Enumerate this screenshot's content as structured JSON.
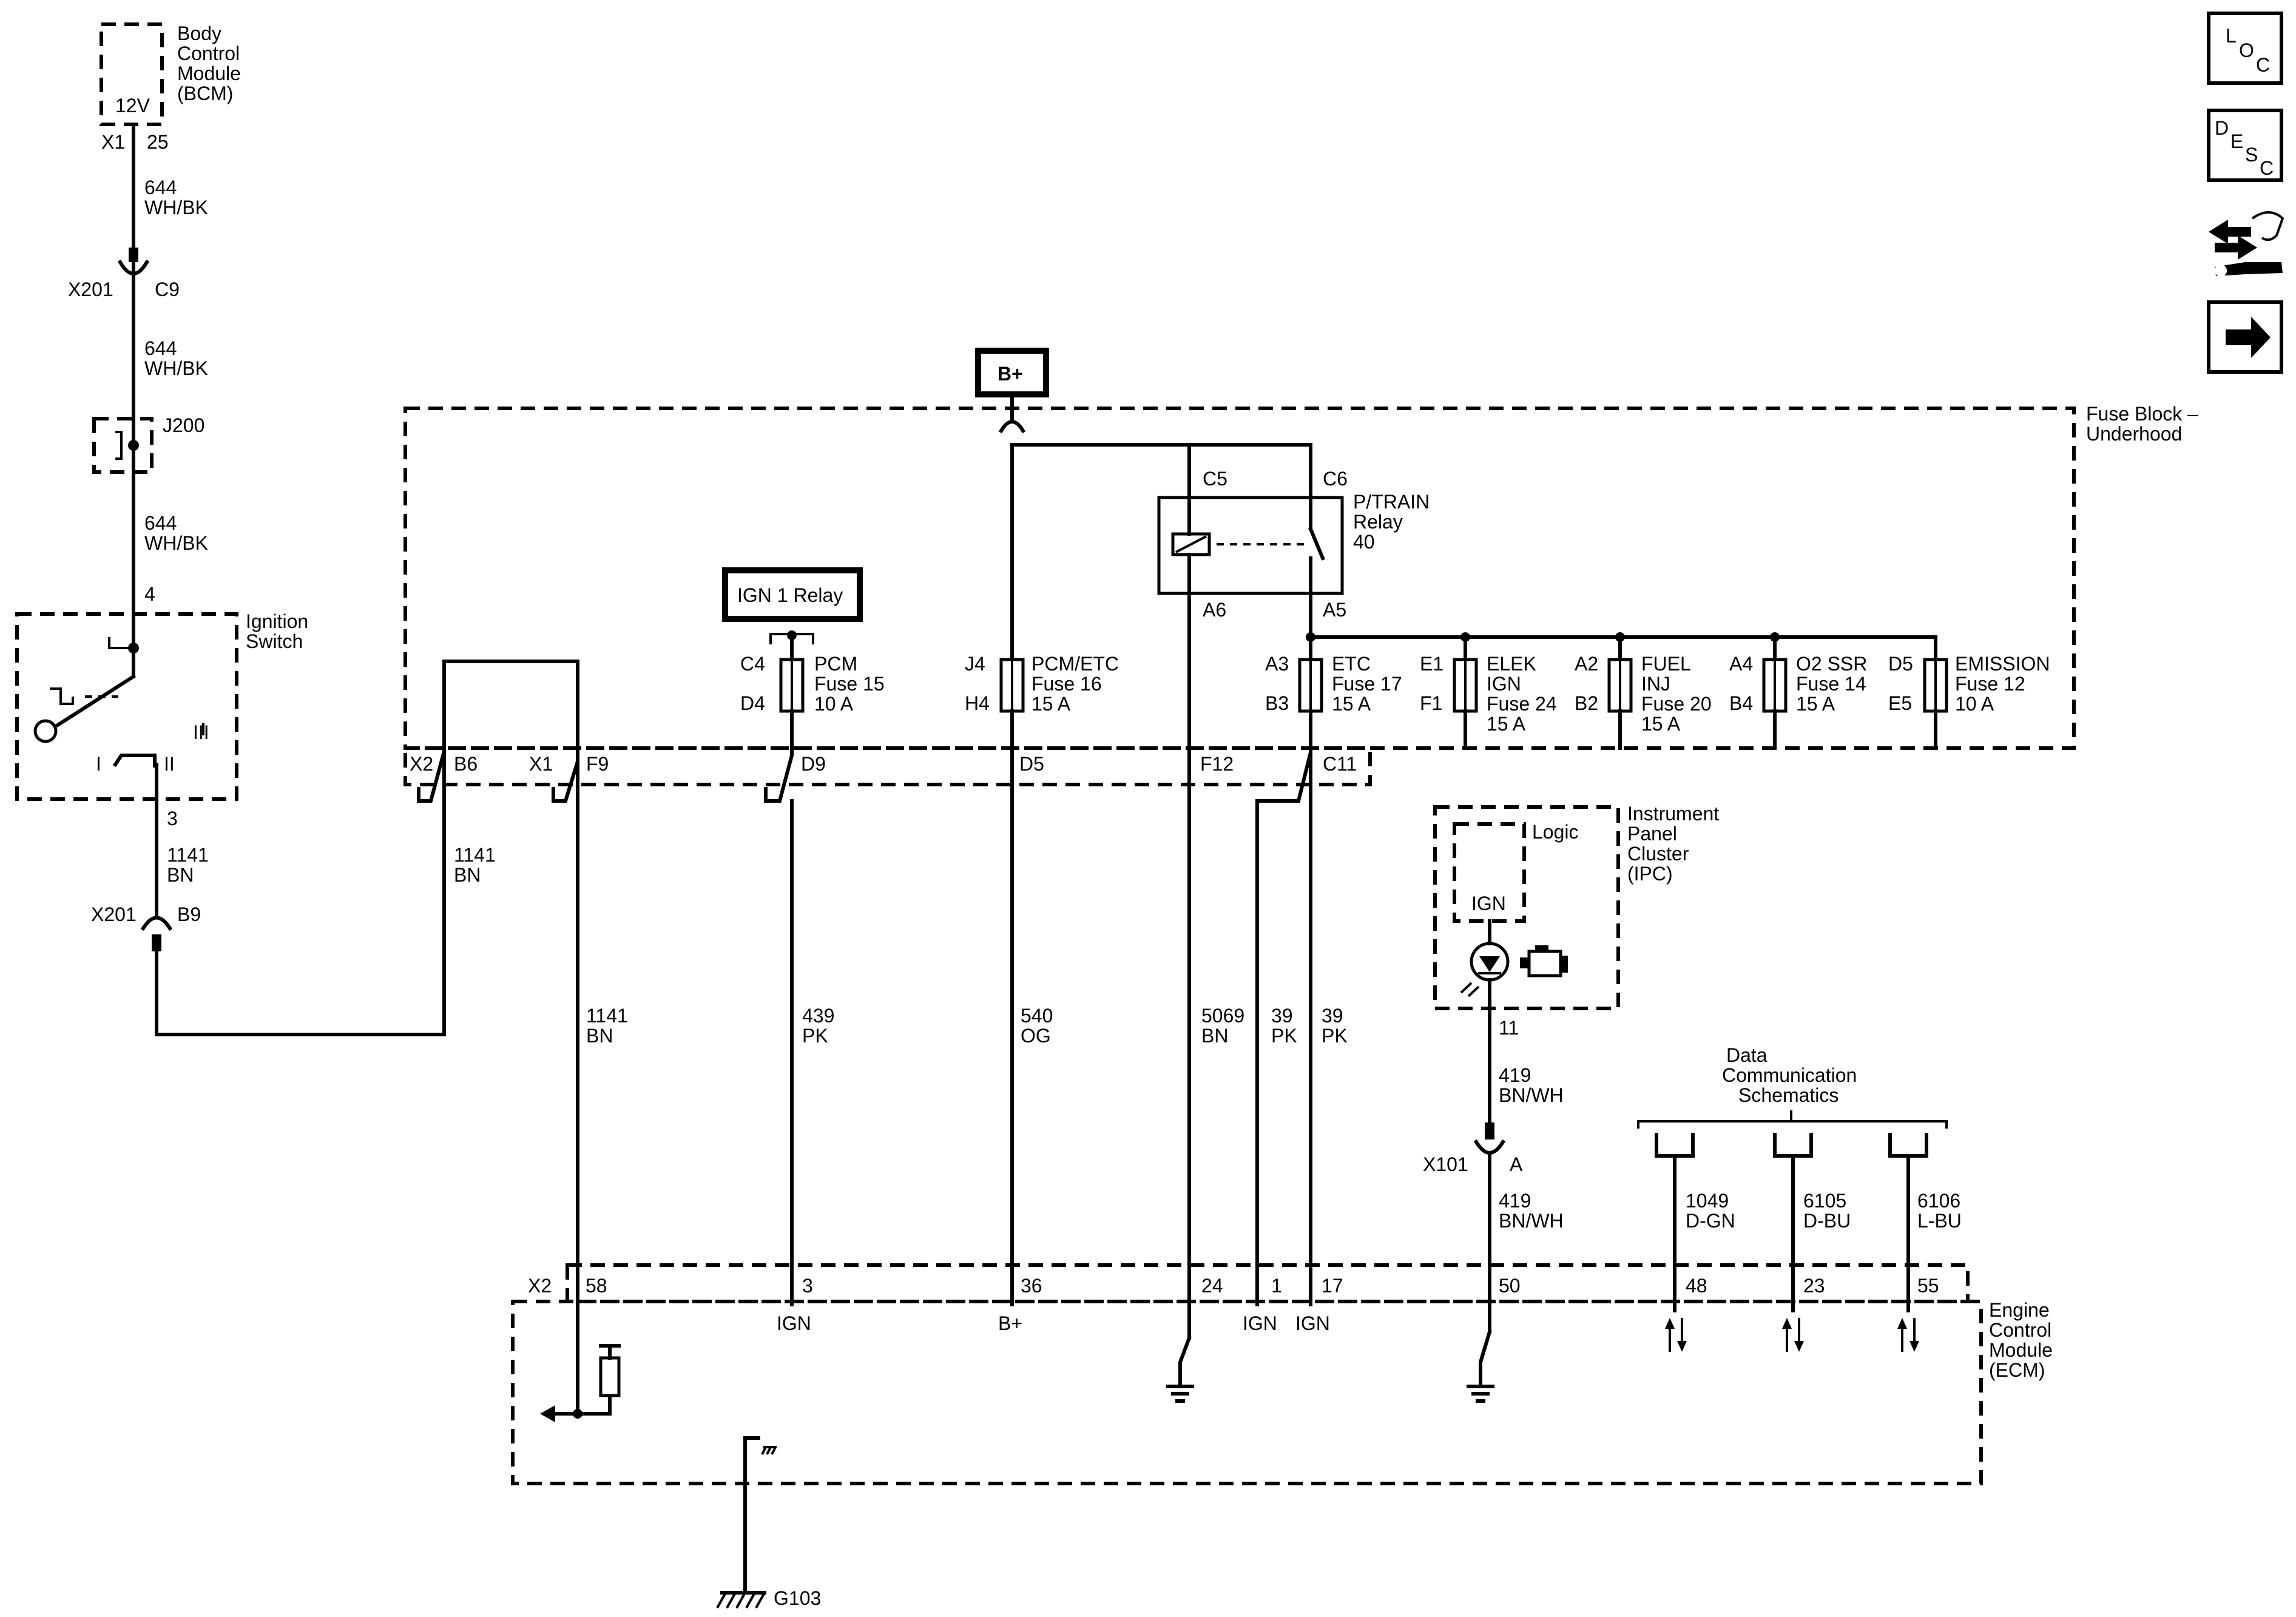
{
  "modules": {
    "bcm": [
      "Body",
      "Control",
      "Module",
      "(BCM)"
    ],
    "bcm_voltage": "12V",
    "ignition_switch": [
      "Ignition",
      "Switch"
    ],
    "ign_positions": {
      "pos_i": "I",
      "pos_ii": "II",
      "pos_iii": "III"
    },
    "fuse_block": [
      "Fuse Block –",
      "Underhood"
    ],
    "ipc": [
      "Instrument",
      "Panel",
      "Cluster",
      "(IPC)"
    ],
    "ipc_logic": "Logic",
    "ipc_ign": "IGN",
    "ecm": [
      "Engine",
      "Control",
      "Module",
      "(ECM)"
    ],
    "data_comm": [
      "Data",
      "Communication",
      "Schematics"
    ],
    "b_plus": "B+",
    "ign1_relay": "IGN 1 Relay",
    "ptrain_relay": [
      "P/TRAIN",
      "Relay",
      "40"
    ]
  },
  "connectors": {
    "x1": "X1",
    "x1_25": "25",
    "x201_top": "X201",
    "c9": "C9",
    "j200": "J200",
    "sw_4": "4",
    "sw_3": "3",
    "x201_bot": "X201",
    "b9": "B9",
    "x2_top": "X2",
    "b6": "B6",
    "x1_top": "X1",
    "f9": "F9",
    "d9": "D9",
    "d5": "D5",
    "f12": "F12",
    "c11": "C11",
    "c4": "C4",
    "d4": "D4",
    "j4": "J4",
    "h4": "H4",
    "c5": "C5",
    "c6": "C6",
    "a6": "A6",
    "a5": "A5",
    "a3": "A3",
    "b3": "B3",
    "e1": "E1",
    "f1": "F1",
    "a2": "A2",
    "b2": "B2",
    "a4": "A4",
    "b4": "B4",
    "d5b": "D5",
    "e5": "E5",
    "ipc_11": "11",
    "x101": "X101",
    "x101_a": "A",
    "x2_bot": "X2",
    "g103": "G103"
  },
  "fuses": {
    "pcm": [
      "PCM",
      "Fuse 15",
      "10 A"
    ],
    "pcm_etc": [
      "PCM/ETC",
      "Fuse 16",
      "15 A"
    ],
    "etc": [
      "ETC",
      "Fuse 17",
      "15 A"
    ],
    "elek_ign": [
      "ELEK",
      "IGN",
      "Fuse 24",
      "15 A"
    ],
    "fuel_inj": [
      "FUEL",
      "INJ",
      "Fuse 20",
      "15 A"
    ],
    "o2_ssr": [
      "O2 SSR",
      "Fuse 14",
      "15 A"
    ],
    "emission": [
      "EMISSION",
      "Fuse 12",
      "10 A"
    ]
  },
  "wires": {
    "w644a": [
      "644",
      "WH/BK"
    ],
    "w644b": [
      "644",
      "WH/BK"
    ],
    "w644c": [
      "644",
      "WH/BK"
    ],
    "w1141a": [
      "1141",
      "BN"
    ],
    "w1141b": [
      "1141",
      "BN"
    ],
    "w1141c": [
      "1141",
      "BN"
    ],
    "w439": [
      "439",
      "PK"
    ],
    "w540": [
      "540",
      "OG"
    ],
    "w5069": [
      "5069",
      "BN"
    ],
    "w39a": [
      "39",
      "PK"
    ],
    "w39b": [
      "39",
      "PK"
    ],
    "w419a": [
      "419",
      "BN/WH"
    ],
    "w419b": [
      "419",
      "BN/WH"
    ],
    "w1049": [
      "1049",
      "D-GN"
    ],
    "w6105": [
      "6105",
      "D-BU"
    ],
    "w6106": [
      "6106",
      "L-BU"
    ]
  },
  "ecm_pins": {
    "p58": "58",
    "p3": "3",
    "p36": "36",
    "p24": "24",
    "p1": "1",
    "p17": "17",
    "p50": "50",
    "p48": "48",
    "p23": "23",
    "p55": "55",
    "ign_3": "IGN",
    "bplus_36": "B+",
    "ign_1": "IGN",
    "ign_17": "IGN"
  },
  "side_icons": [
    {
      "name": "loc-icon",
      "letters": [
        "L",
        "O",
        "C"
      ]
    },
    {
      "name": "desc-icon",
      "letters": [
        "D",
        "E",
        "S",
        "C"
      ]
    },
    {
      "name": "connector-tools-icon"
    },
    {
      "name": "next-arrow-icon"
    }
  ]
}
